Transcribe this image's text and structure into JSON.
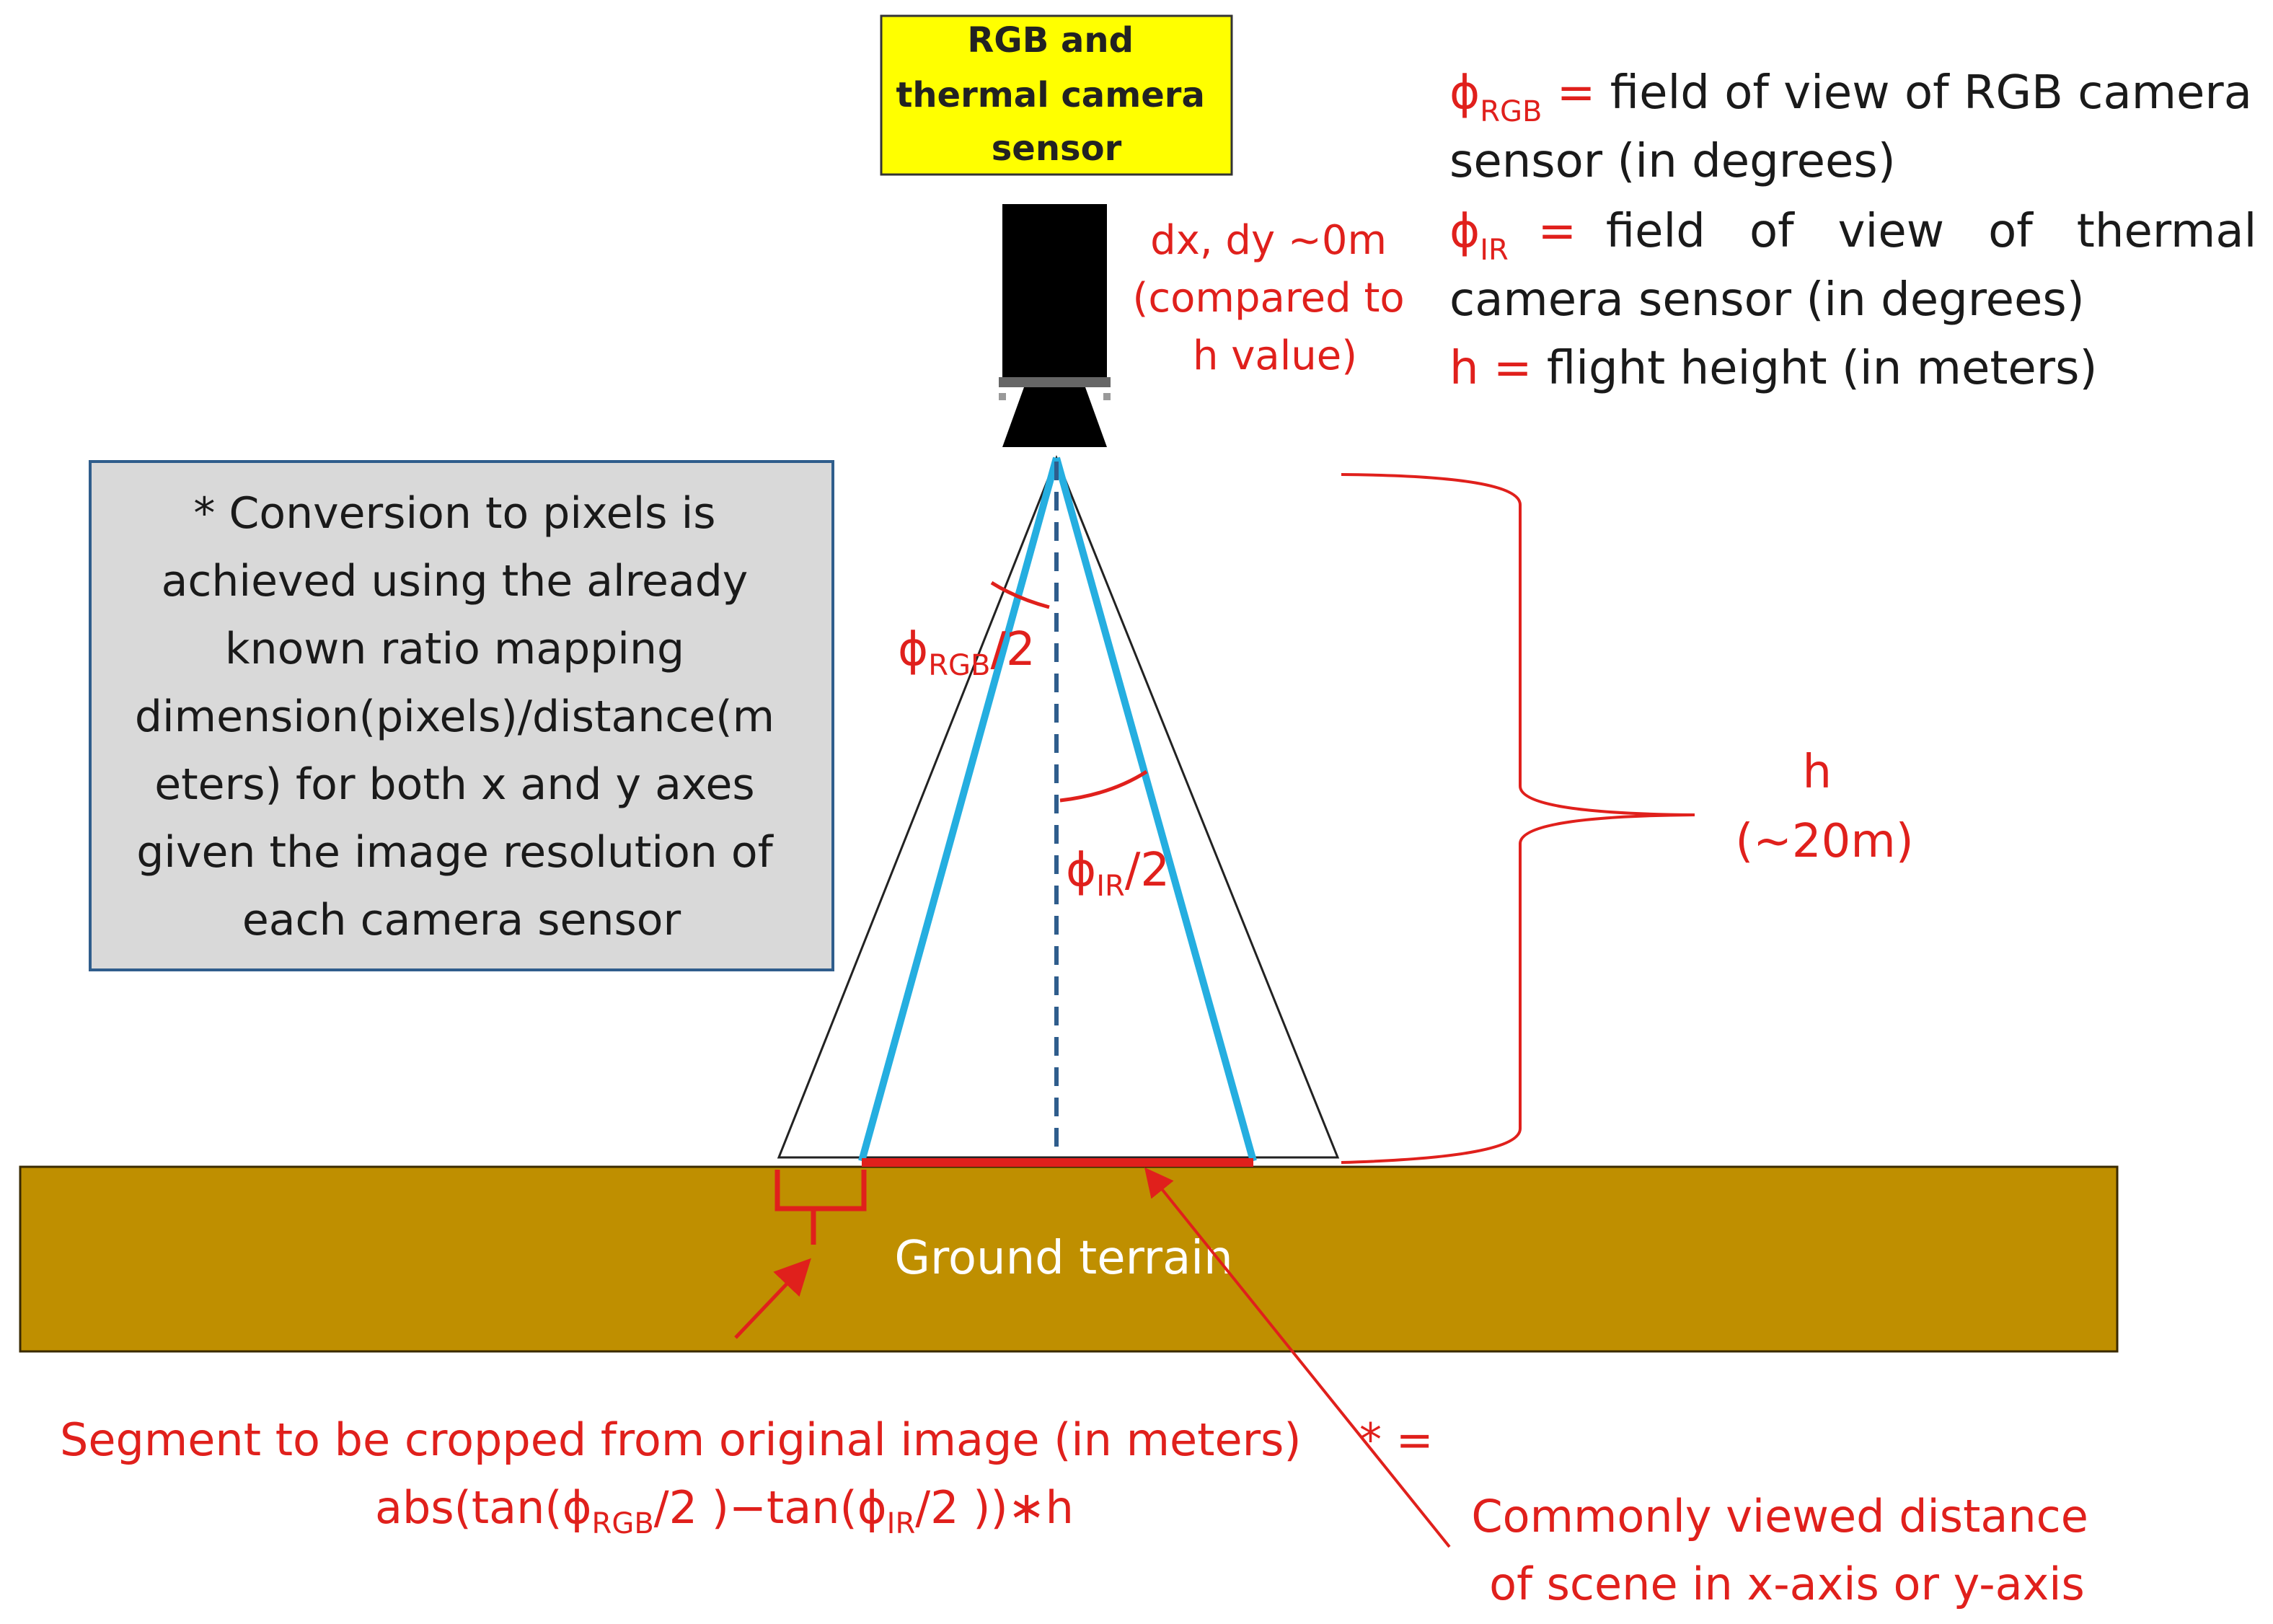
{
  "sensor_box": {
    "line1": "RGB and",
    "line2": "thermal camera",
    "line3": "sensor"
  },
  "offset_note": {
    "line1": "dx, dy ~0m",
    "line2": "(compared to",
    "line3": "h value)"
  },
  "legend": {
    "rgb": {
      "symbol": "ϕ",
      "sub": "RGB",
      "eq": " = ",
      "text1": "field of view of RGB camera",
      "text2": "sensor (in degrees)"
    },
    "ir": {
      "symbol": "ϕ",
      "sub": "IR",
      "eq": "  =  ",
      "text1": "field   of   view   of   thermal",
      "text2": "camera sensor (in degrees)"
    },
    "h": {
      "var": "h",
      "eq": " = ",
      "text": "flight height (in meters)"
    }
  },
  "conversion_note": {
    "lines": [
      "* Conversion to pixels is",
      "achieved using the already",
      "known ratio mapping",
      "dimension(pixels)/distance(m",
      "eters) for both x and y axes",
      "given the image resolution of",
      "each camera sensor"
    ]
  },
  "angles": {
    "rgb": {
      "symbol": "ϕ",
      "sub": "RGB",
      "suffix": "/2"
    },
    "ir": {
      "symbol": "ϕ",
      "sub": "IR",
      "suffix": "/2"
    }
  },
  "height": {
    "label": "h",
    "value": "(~20m)"
  },
  "ground_label": "Ground terrain",
  "segment_formula": {
    "line1": "Segment to be cropped from original image (in meters)",
    "star": "* =",
    "l2_a": "abs(tan(ϕ",
    "l2_sub1": "RGB",
    "l2_b": "/2 )−tan(ϕ",
    "l2_sub2": "IR",
    "l2_c": "/2 ))∗h"
  },
  "common_distance": {
    "line1": "Commonly viewed distance",
    "line2": "of scene in x-axis or y-axis"
  },
  "colors": {
    "red": "#e0201c",
    "blue": "#25aee0",
    "ground": "#bf8f00",
    "sensor_box": "#ffff00",
    "note_box": "#d9d9d9",
    "note_border": "#2f5d8c"
  }
}
